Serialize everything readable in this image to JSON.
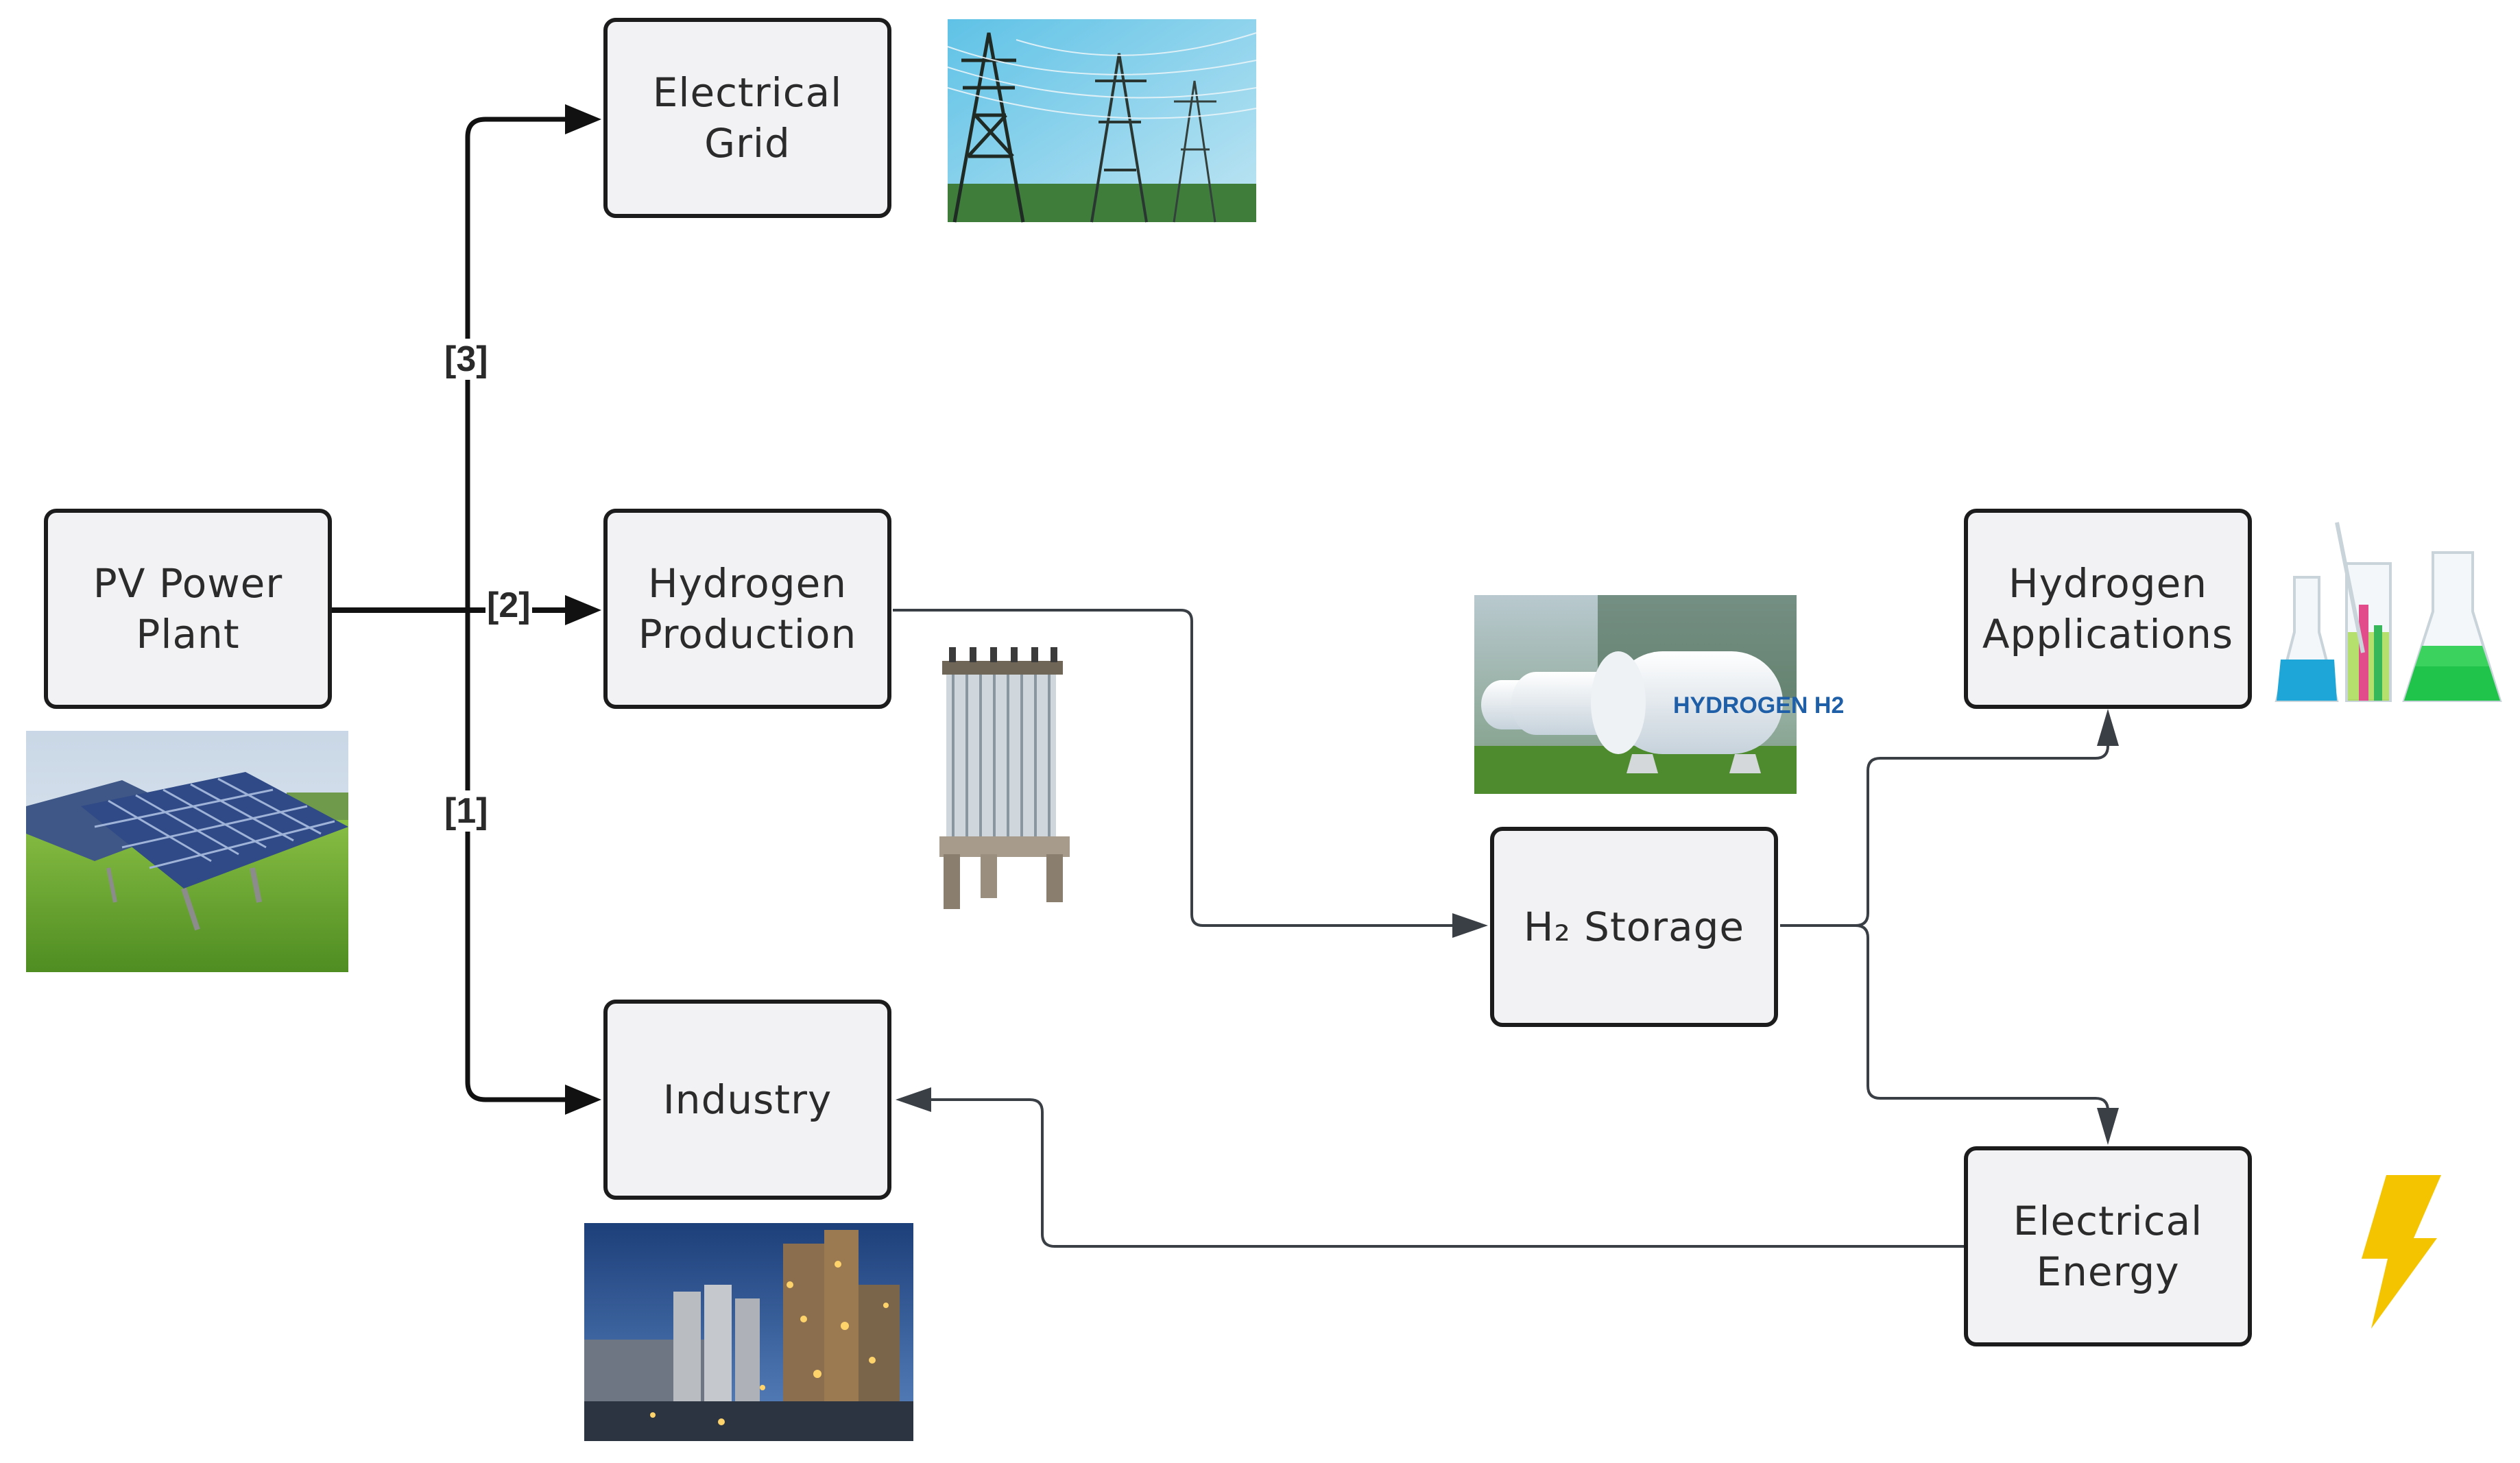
{
  "boxes": {
    "pv_plant": "PV Power\nPlant",
    "electrical_grid": "Electrical\nGrid",
    "hydrogen_production": "Hydrogen\nProduction",
    "industry": "Industry",
    "h2_storage": "H₂ Storage",
    "hydrogen_applications": "Hydrogen\nApplications",
    "electrical_energy": "Electrical\nEnergy"
  },
  "flow_labels": {
    "route_1": "[1]",
    "route_2": "[2]",
    "route_3": "[3]"
  },
  "image_text": {
    "tank_label": "HYDROGEN H2"
  },
  "icons": {
    "solar_panels": "solar-panel-field-photo",
    "power_lines": "transmission-tower-photo",
    "electrolyzer": "electrolyzer-stack-photo",
    "tanks": "hydrogen-tank-photo",
    "factory": "industrial-plant-photo",
    "flasks": "laboratory-flask-photo",
    "lightning": "lightning-bolt-icon"
  },
  "colors": {
    "box_fill": "#f2f2f4",
    "box_border": "#1c1c1c",
    "line": "#222222",
    "thin_line": "#3a3f45",
    "bolt": "#f5c400"
  }
}
